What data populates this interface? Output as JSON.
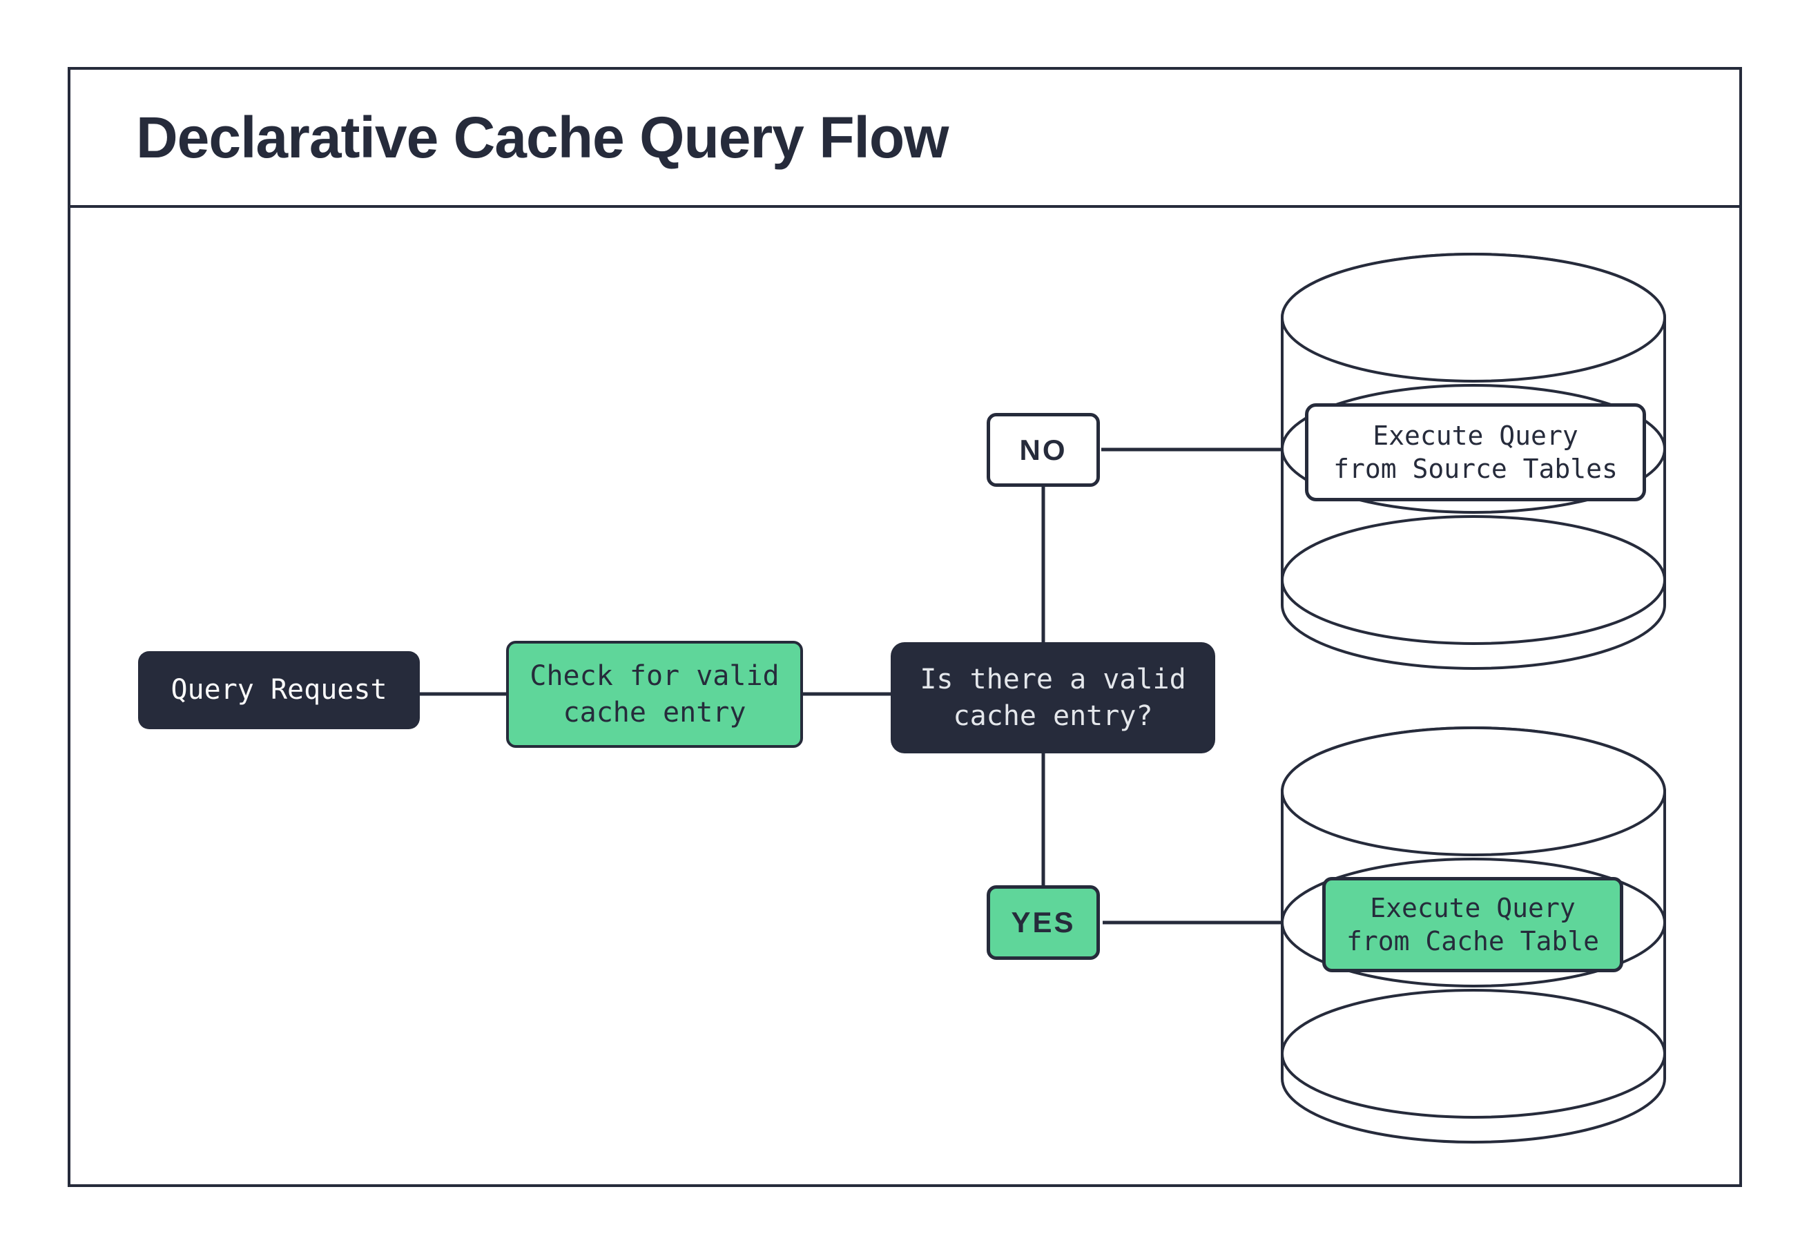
{
  "title": "Declarative Cache Query Flow",
  "colors": {
    "ink": "#262B3B",
    "green": "#5FD69A",
    "paper": "#FFFFFF",
    "decision_text": "#E4E7EB"
  },
  "nodes": {
    "query_request": {
      "label": "Query Request"
    },
    "check_cache": {
      "lines": [
        "Check for valid",
        "cache entry"
      ]
    },
    "decision": {
      "lines": [
        "Is there a valid",
        "cache entry?"
      ]
    },
    "no_tag": {
      "label": "NO"
    },
    "yes_tag": {
      "label": "YES"
    },
    "source_db": {
      "lines": [
        "Execute Query",
        "from Source Tables"
      ]
    },
    "cache_db": {
      "lines": [
        "Execute Query",
        "from Cache Table"
      ]
    }
  }
}
